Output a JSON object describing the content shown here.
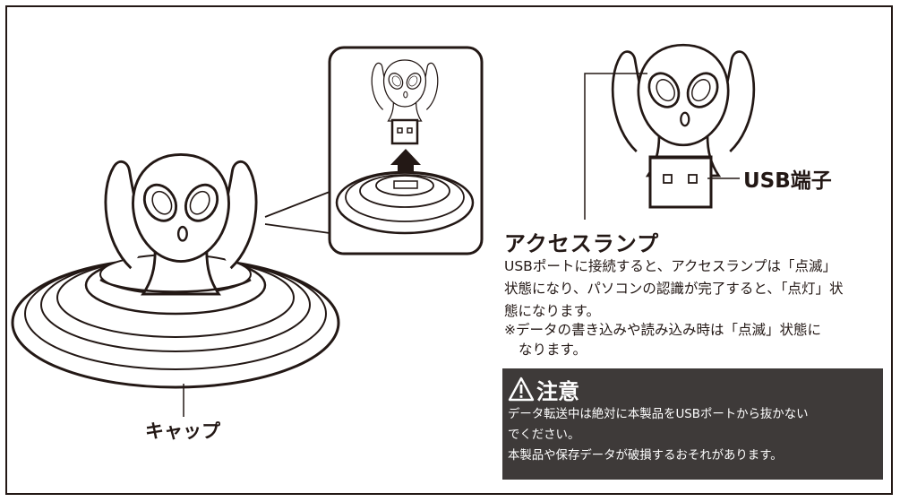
{
  "labels": {
    "access_lamp_title": "アクセスランプ",
    "usb_terminal": "USB端子",
    "cap": "キャップ"
  },
  "description": [
    "USBポートに接続すると、アクセスランプは「点滅」",
    "状態になり、パソコンの認識が完了すると、「点灯」状",
    "態になります。"
  ],
  "note": [
    "※データの書き込みや読み込み時は「点滅」状態に",
    "なります。"
  ],
  "caution": {
    "icon": "warning-triangle-icon",
    "title": "注意",
    "lines": [
      "データ転送中は絶対に本製品をUSBポートから抜かない",
      "でください。",
      "本製品や保存データが破損するおそれがあります。"
    ],
    "background": "#3e3a39"
  },
  "colors": {
    "line": "#231815"
  }
}
